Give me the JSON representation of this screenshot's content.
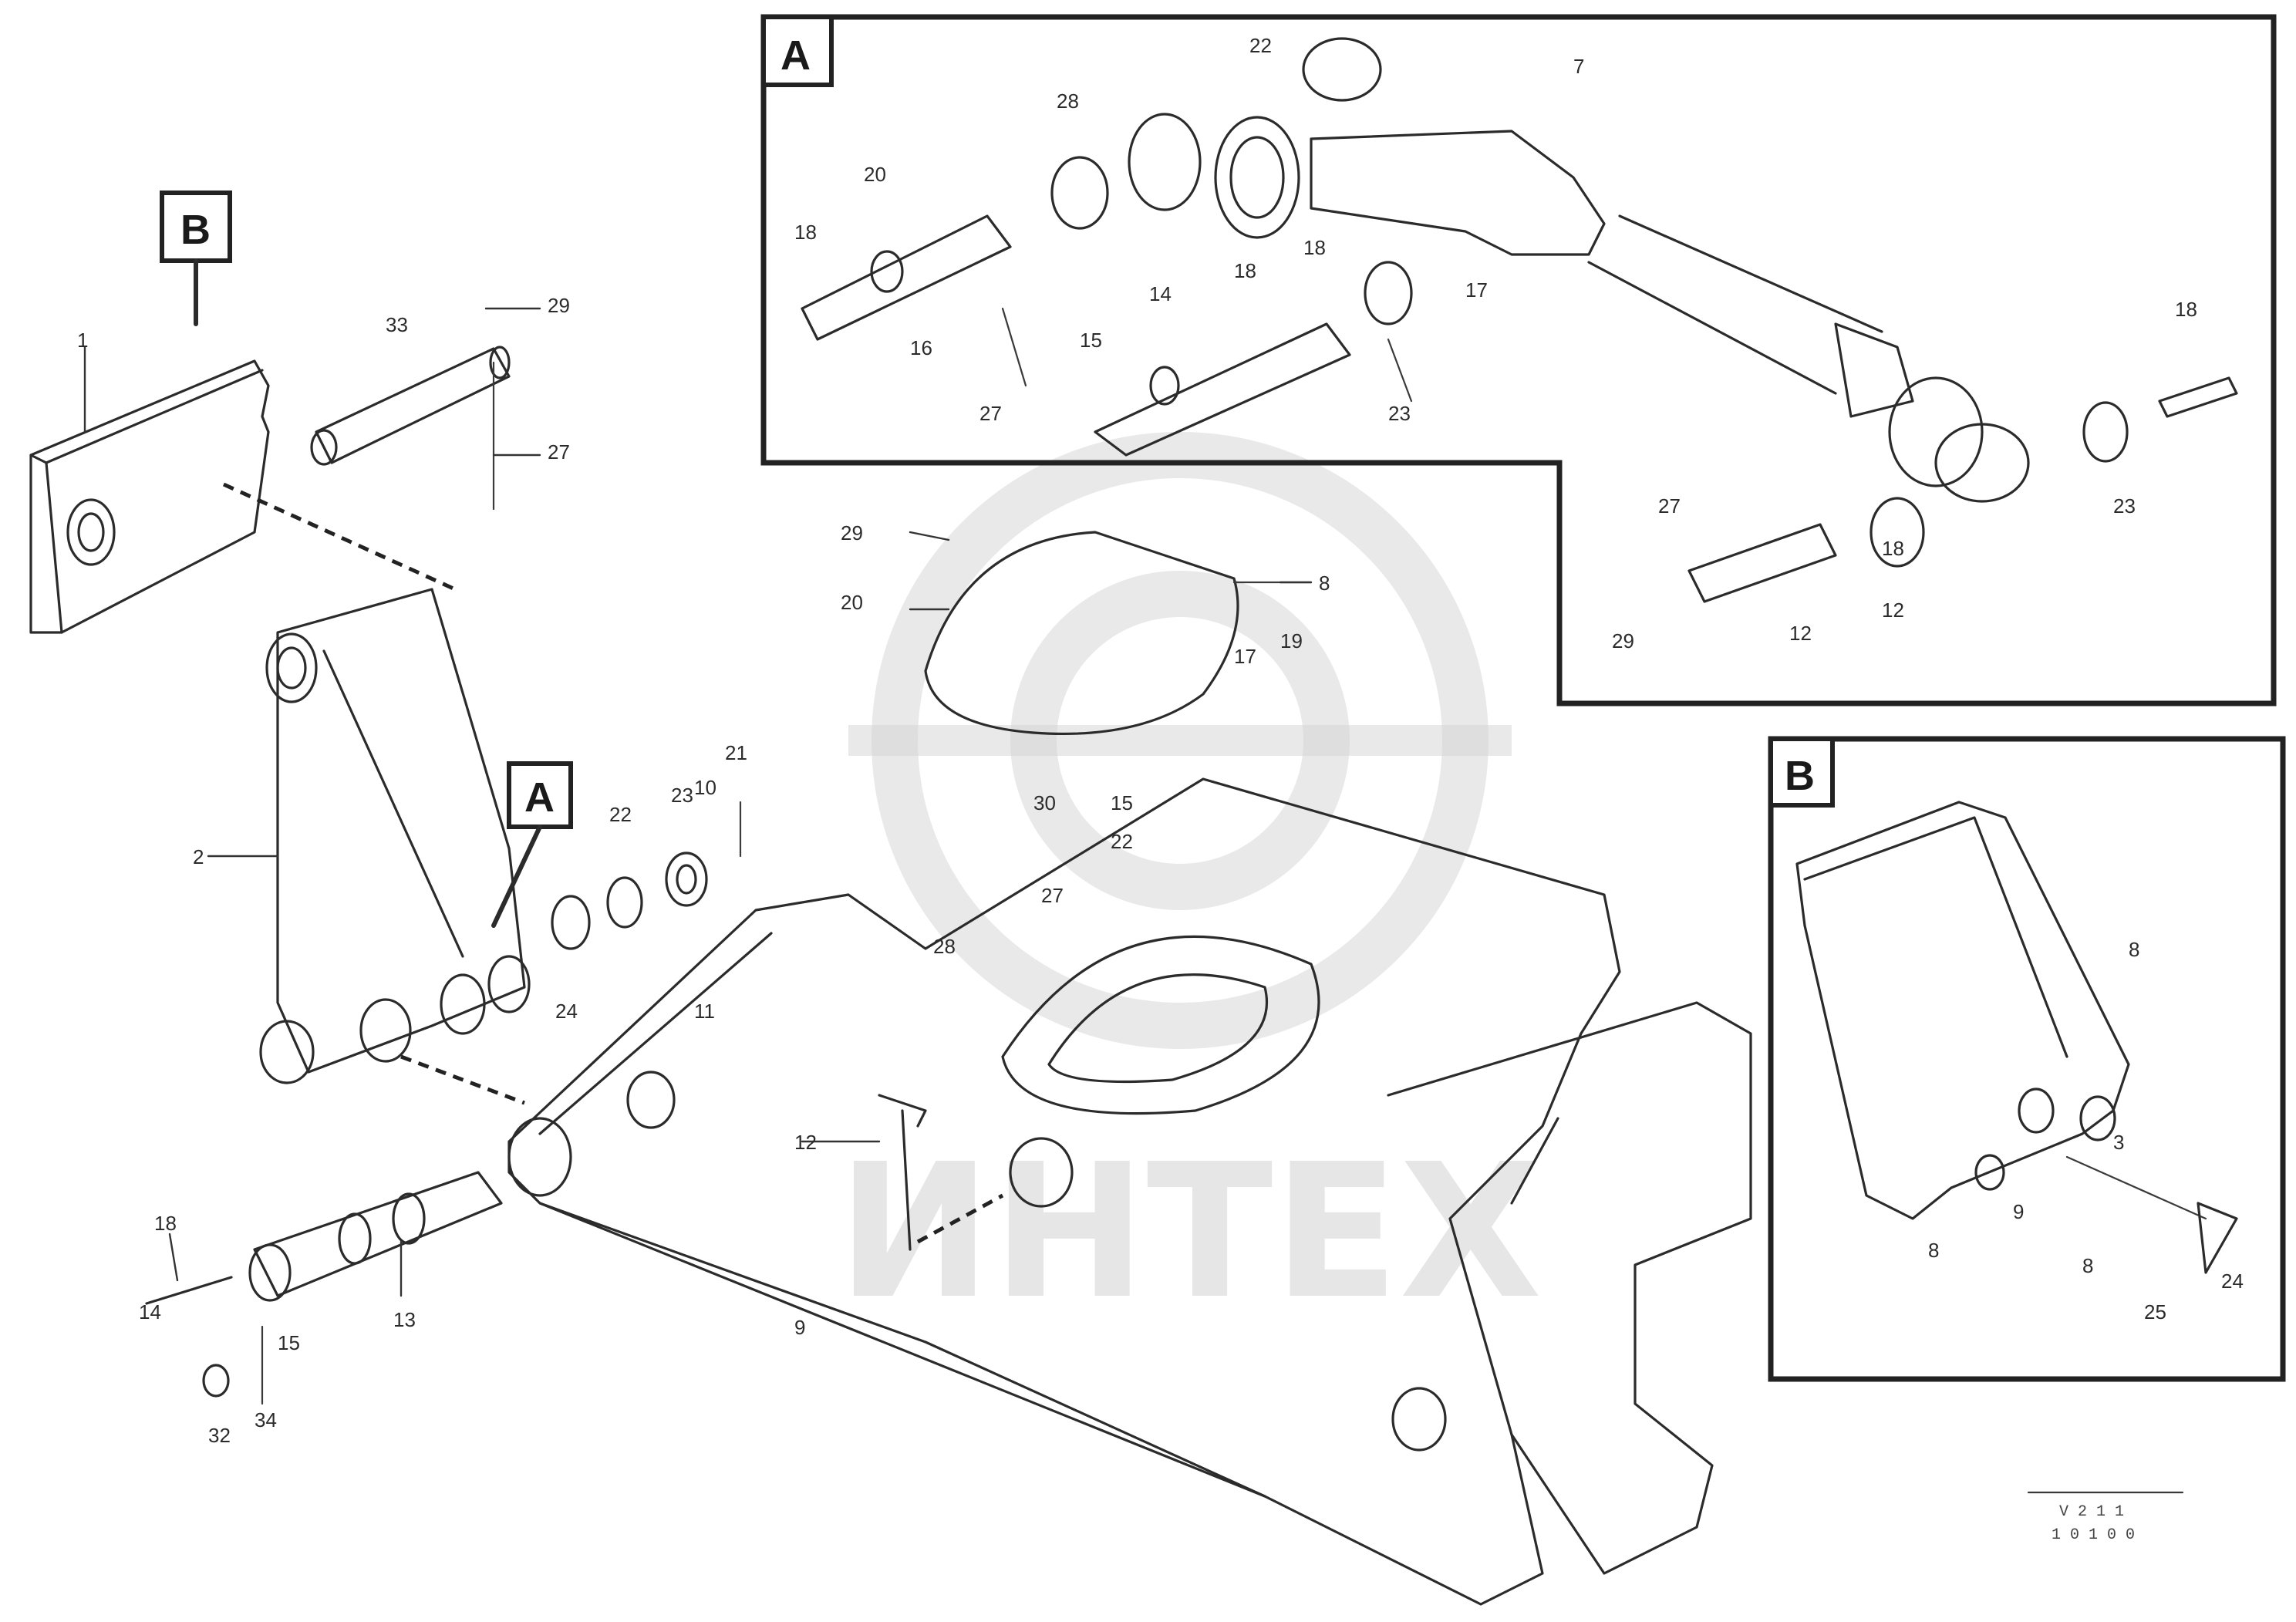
{
  "watermark": {
    "text": "ИНТЕХ"
  },
  "detail_boxes": {
    "a": {
      "letter": "A"
    },
    "b": {
      "letter": "B"
    }
  },
  "callouts": {
    "b": {
      "letter": "B"
    },
    "a": {
      "letter": "A"
    }
  },
  "labels": {
    "main": [
      "1",
      "29",
      "27",
      "2",
      "33",
      "29",
      "20",
      "17",
      "19",
      "21",
      "22",
      "23",
      "24",
      "8",
      "30",
      "22",
      "27",
      "15",
      "28",
      "13",
      "9",
      "18",
      "14",
      "15",
      "34",
      "32",
      "10",
      "11",
      "12"
    ],
    "box_a": [
      "22",
      "28",
      "20",
      "18",
      "16",
      "27",
      "18",
      "18",
      "14",
      "15",
      "17",
      "23",
      "7",
      "18",
      "23",
      "27",
      "29",
      "12",
      "12",
      "18"
    ],
    "box_b": [
      "8",
      "3",
      "8",
      "9",
      "8",
      "25",
      "24"
    ]
  },
  "reference": {
    "line1": "V 2 1 1",
    "line2": "1 0 1 0 0"
  }
}
